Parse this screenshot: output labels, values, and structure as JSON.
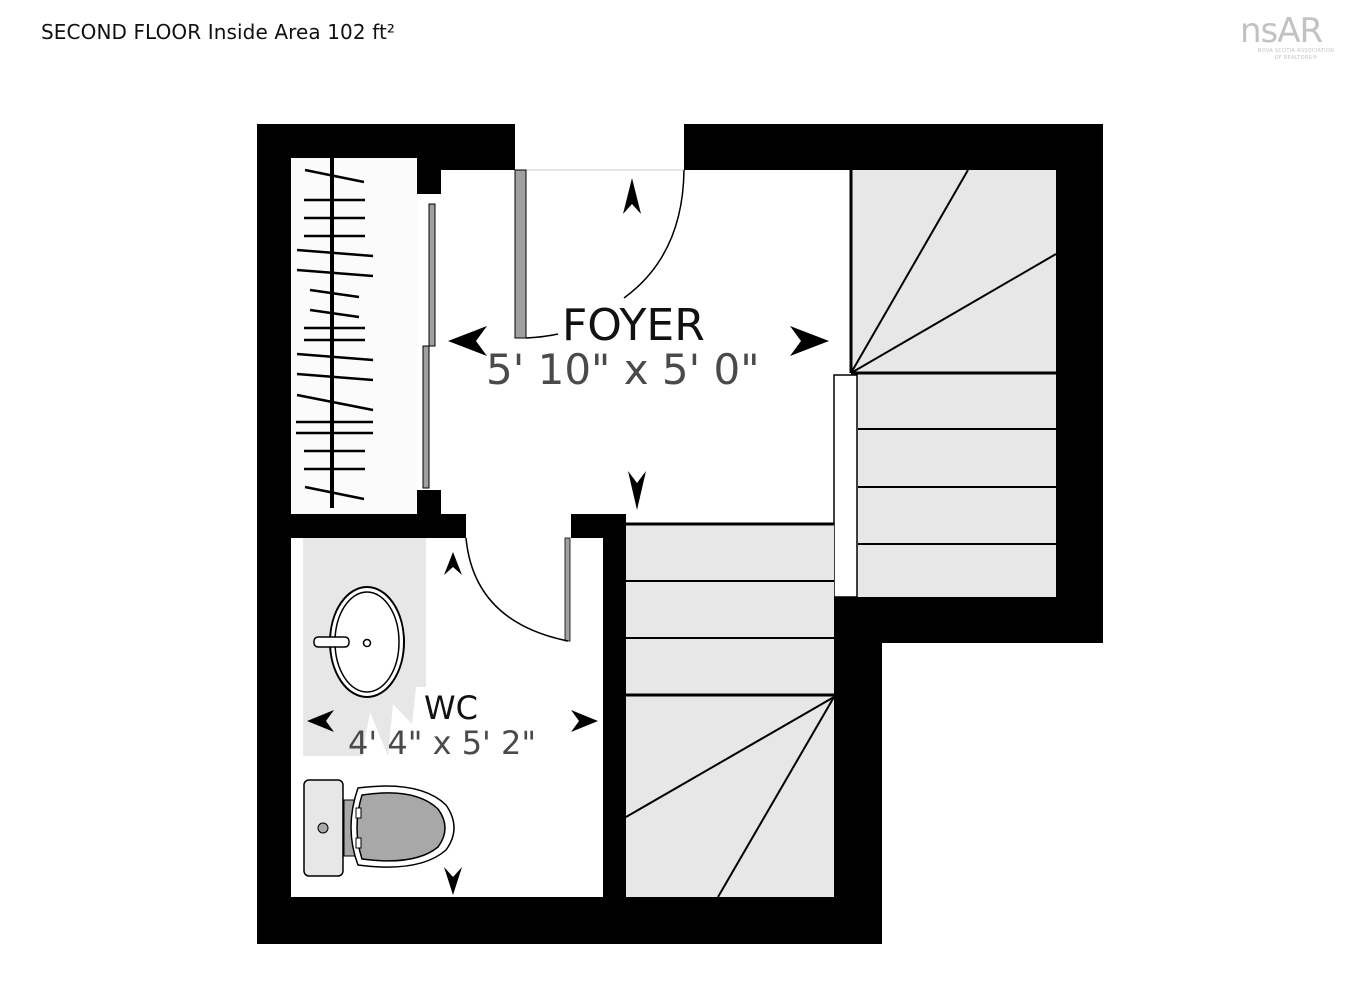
{
  "header": {
    "title": "SECOND FLOOR Inside Area 102 ft²"
  },
  "logo": {
    "mark": "nsAR",
    "line1": "NOVA SCOTIA ASSOCIATION",
    "line2": "OF REALTORS®"
  },
  "rooms": [
    {
      "name": "FOYER",
      "dimensions": "5' 10\" x 5' 0\""
    },
    {
      "name": "WC",
      "dimensions": "4' 4\" x 5' 2\""
    }
  ],
  "fixtures": [
    "closet-rod",
    "sink",
    "toilet",
    "staircase-upper",
    "staircase-lower"
  ],
  "colors": {
    "wall": "#000000",
    "stair_fill": "#e6e7e6",
    "door_leaf": "#a0a0a0",
    "dim_text": "#4a4a4a",
    "logo": "#c2c2c2"
  }
}
